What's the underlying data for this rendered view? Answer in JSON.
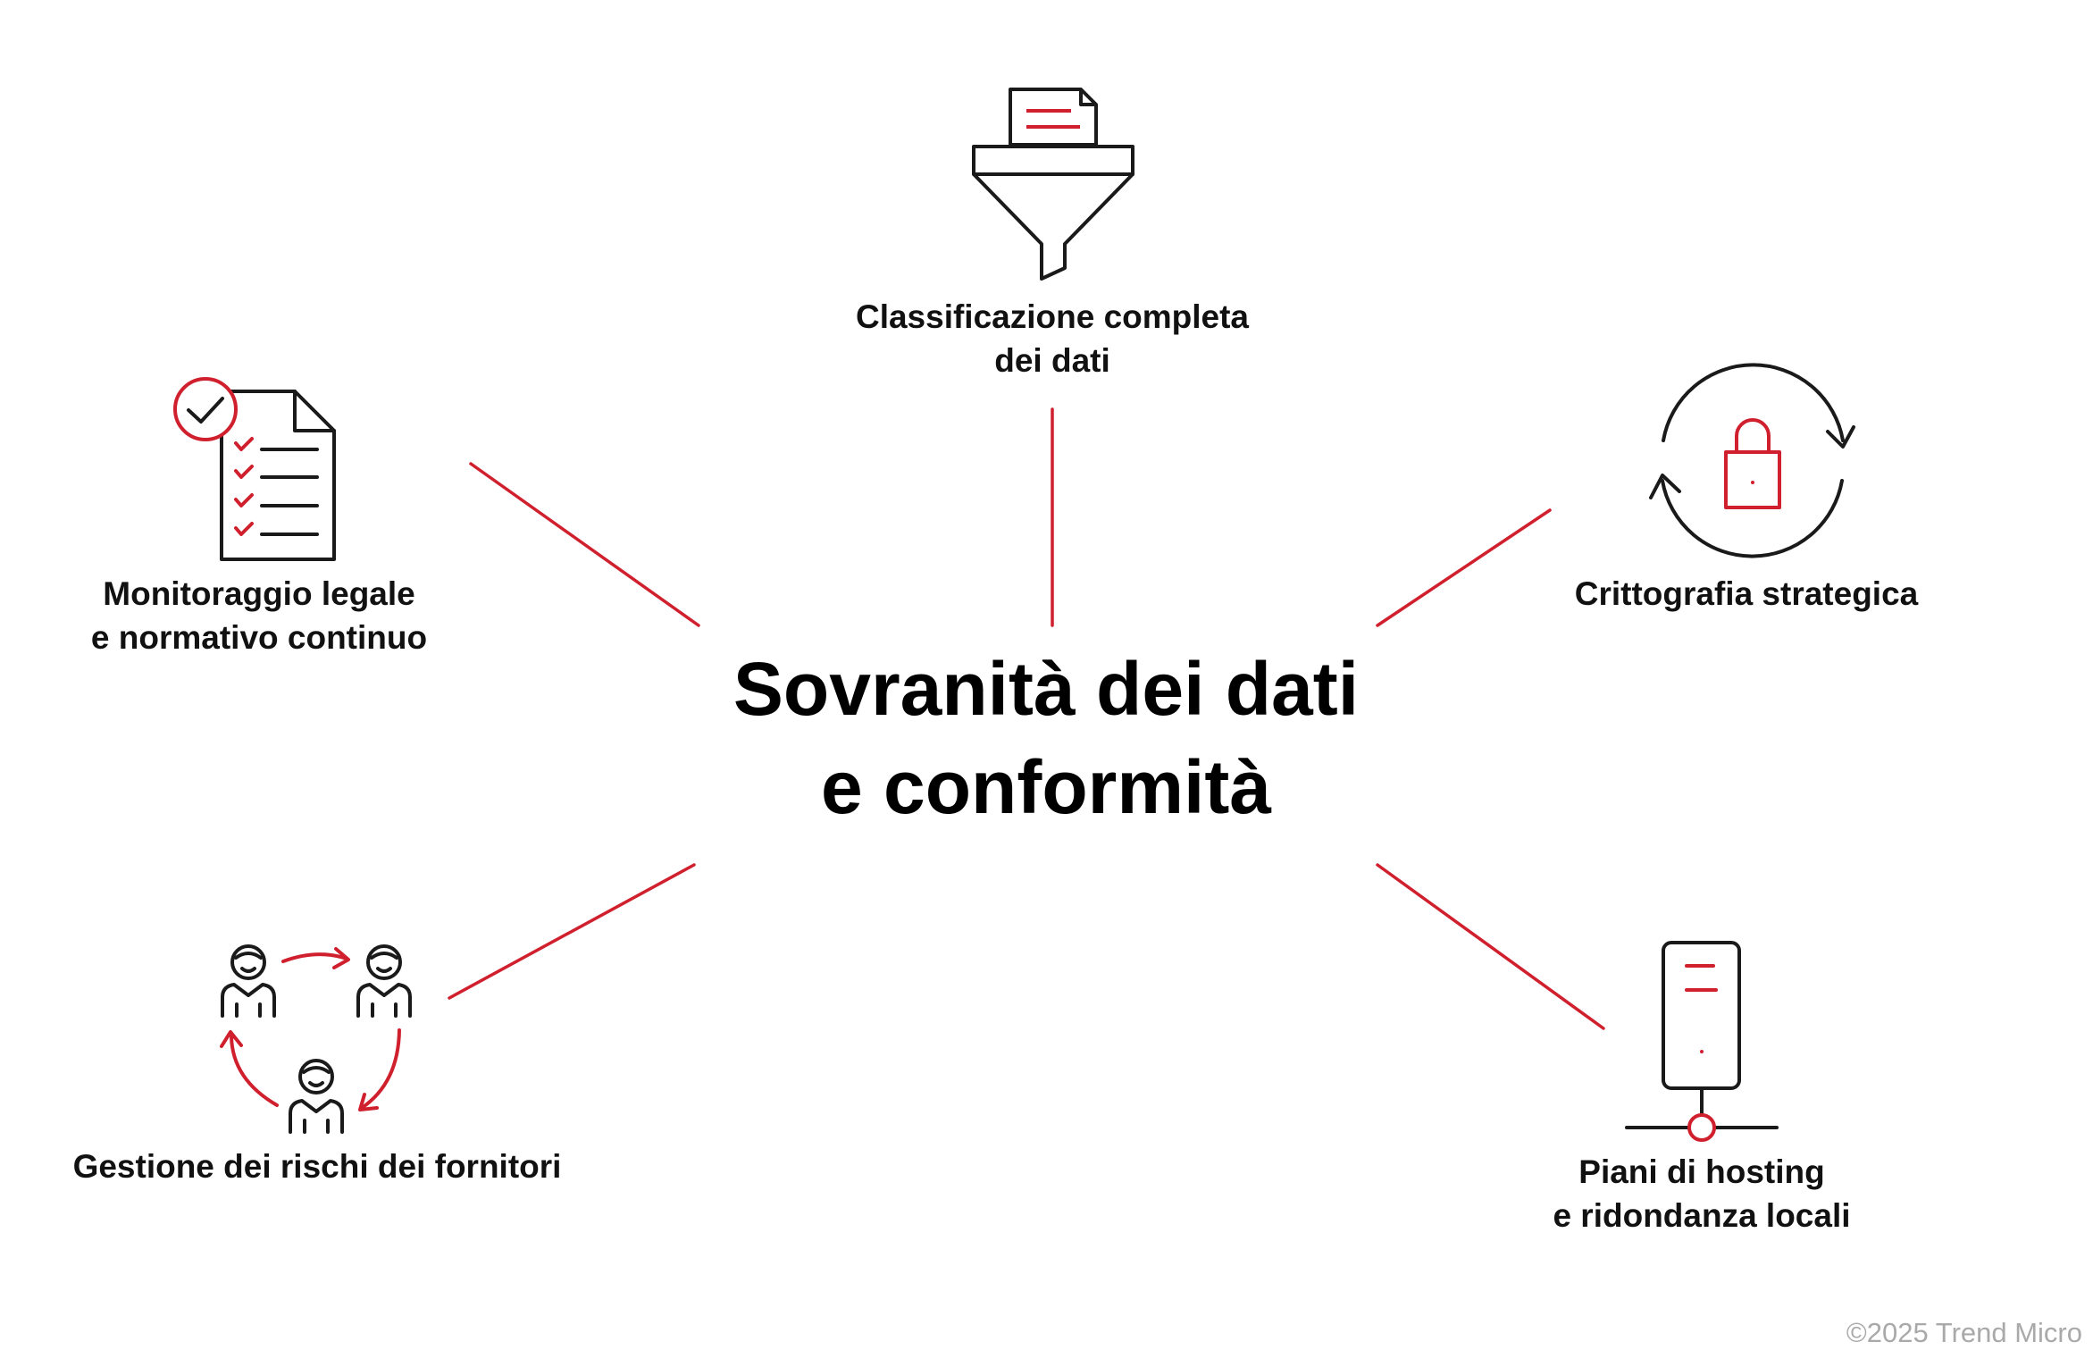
{
  "center": {
    "line1": "Sovranità dei dati",
    "line2": "e conformità"
  },
  "nodes": {
    "classification": {
      "line1": "Classificazione completa",
      "line2": "dei dati",
      "icon": "funnel-document-icon"
    },
    "legal_monitoring": {
      "line1": "Monitoraggio legale",
      "line2": "e normativo continuo",
      "icon": "checklist-document-icon"
    },
    "encryption": {
      "line1": "Crittografia strategica",
      "icon": "lock-sync-icon"
    },
    "vendor_risk": {
      "line1": "Gestione dei rischi dei fornitori",
      "icon": "people-cycle-icon"
    },
    "local_hosting": {
      "line1": "Piani di hosting",
      "line2": "e ridondanza locali",
      "icon": "server-network-icon"
    }
  },
  "footer": {
    "copyright": "©2025 Trend Micro"
  },
  "colors": {
    "accent": "#d0202e",
    "stroke": "#1a1a1a",
    "text": "#111111",
    "muted": "#a9a9a9"
  }
}
